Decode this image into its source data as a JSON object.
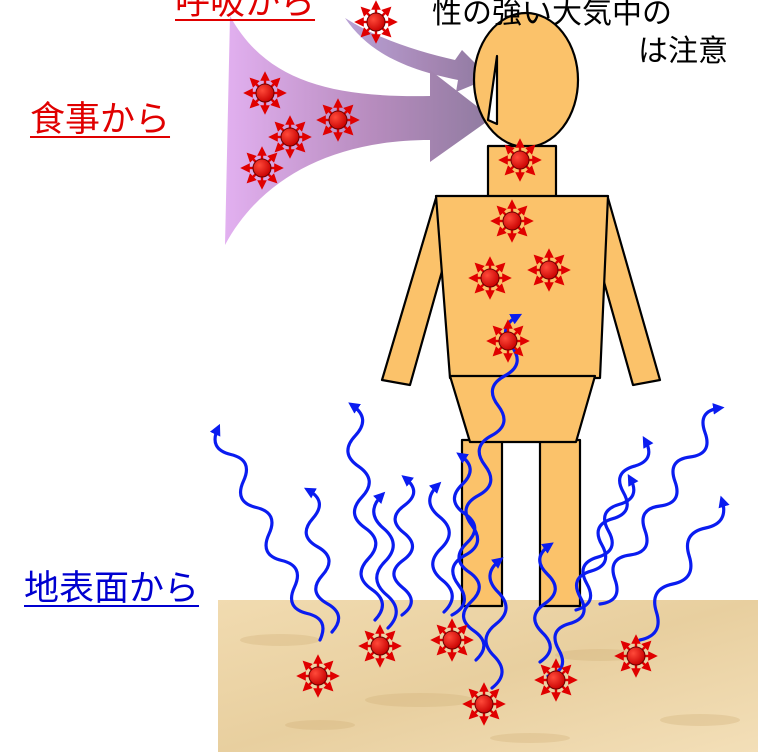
{
  "labels": {
    "breath": "呼吸から",
    "food": "食事から",
    "ground": "地表面から",
    "note_line1": "性の強い大気中の",
    "note_line2": "は注意"
  },
  "colors": {
    "food_label": "#e00000",
    "breath_label": "#e00000",
    "ground_label": "#0000d0",
    "body_fill": "#fbc26a",
    "body_stroke": "#000000",
    "ray": "#0a1cf0",
    "particle": "#e00000",
    "ground_fill": "#efd7ac"
  }
}
